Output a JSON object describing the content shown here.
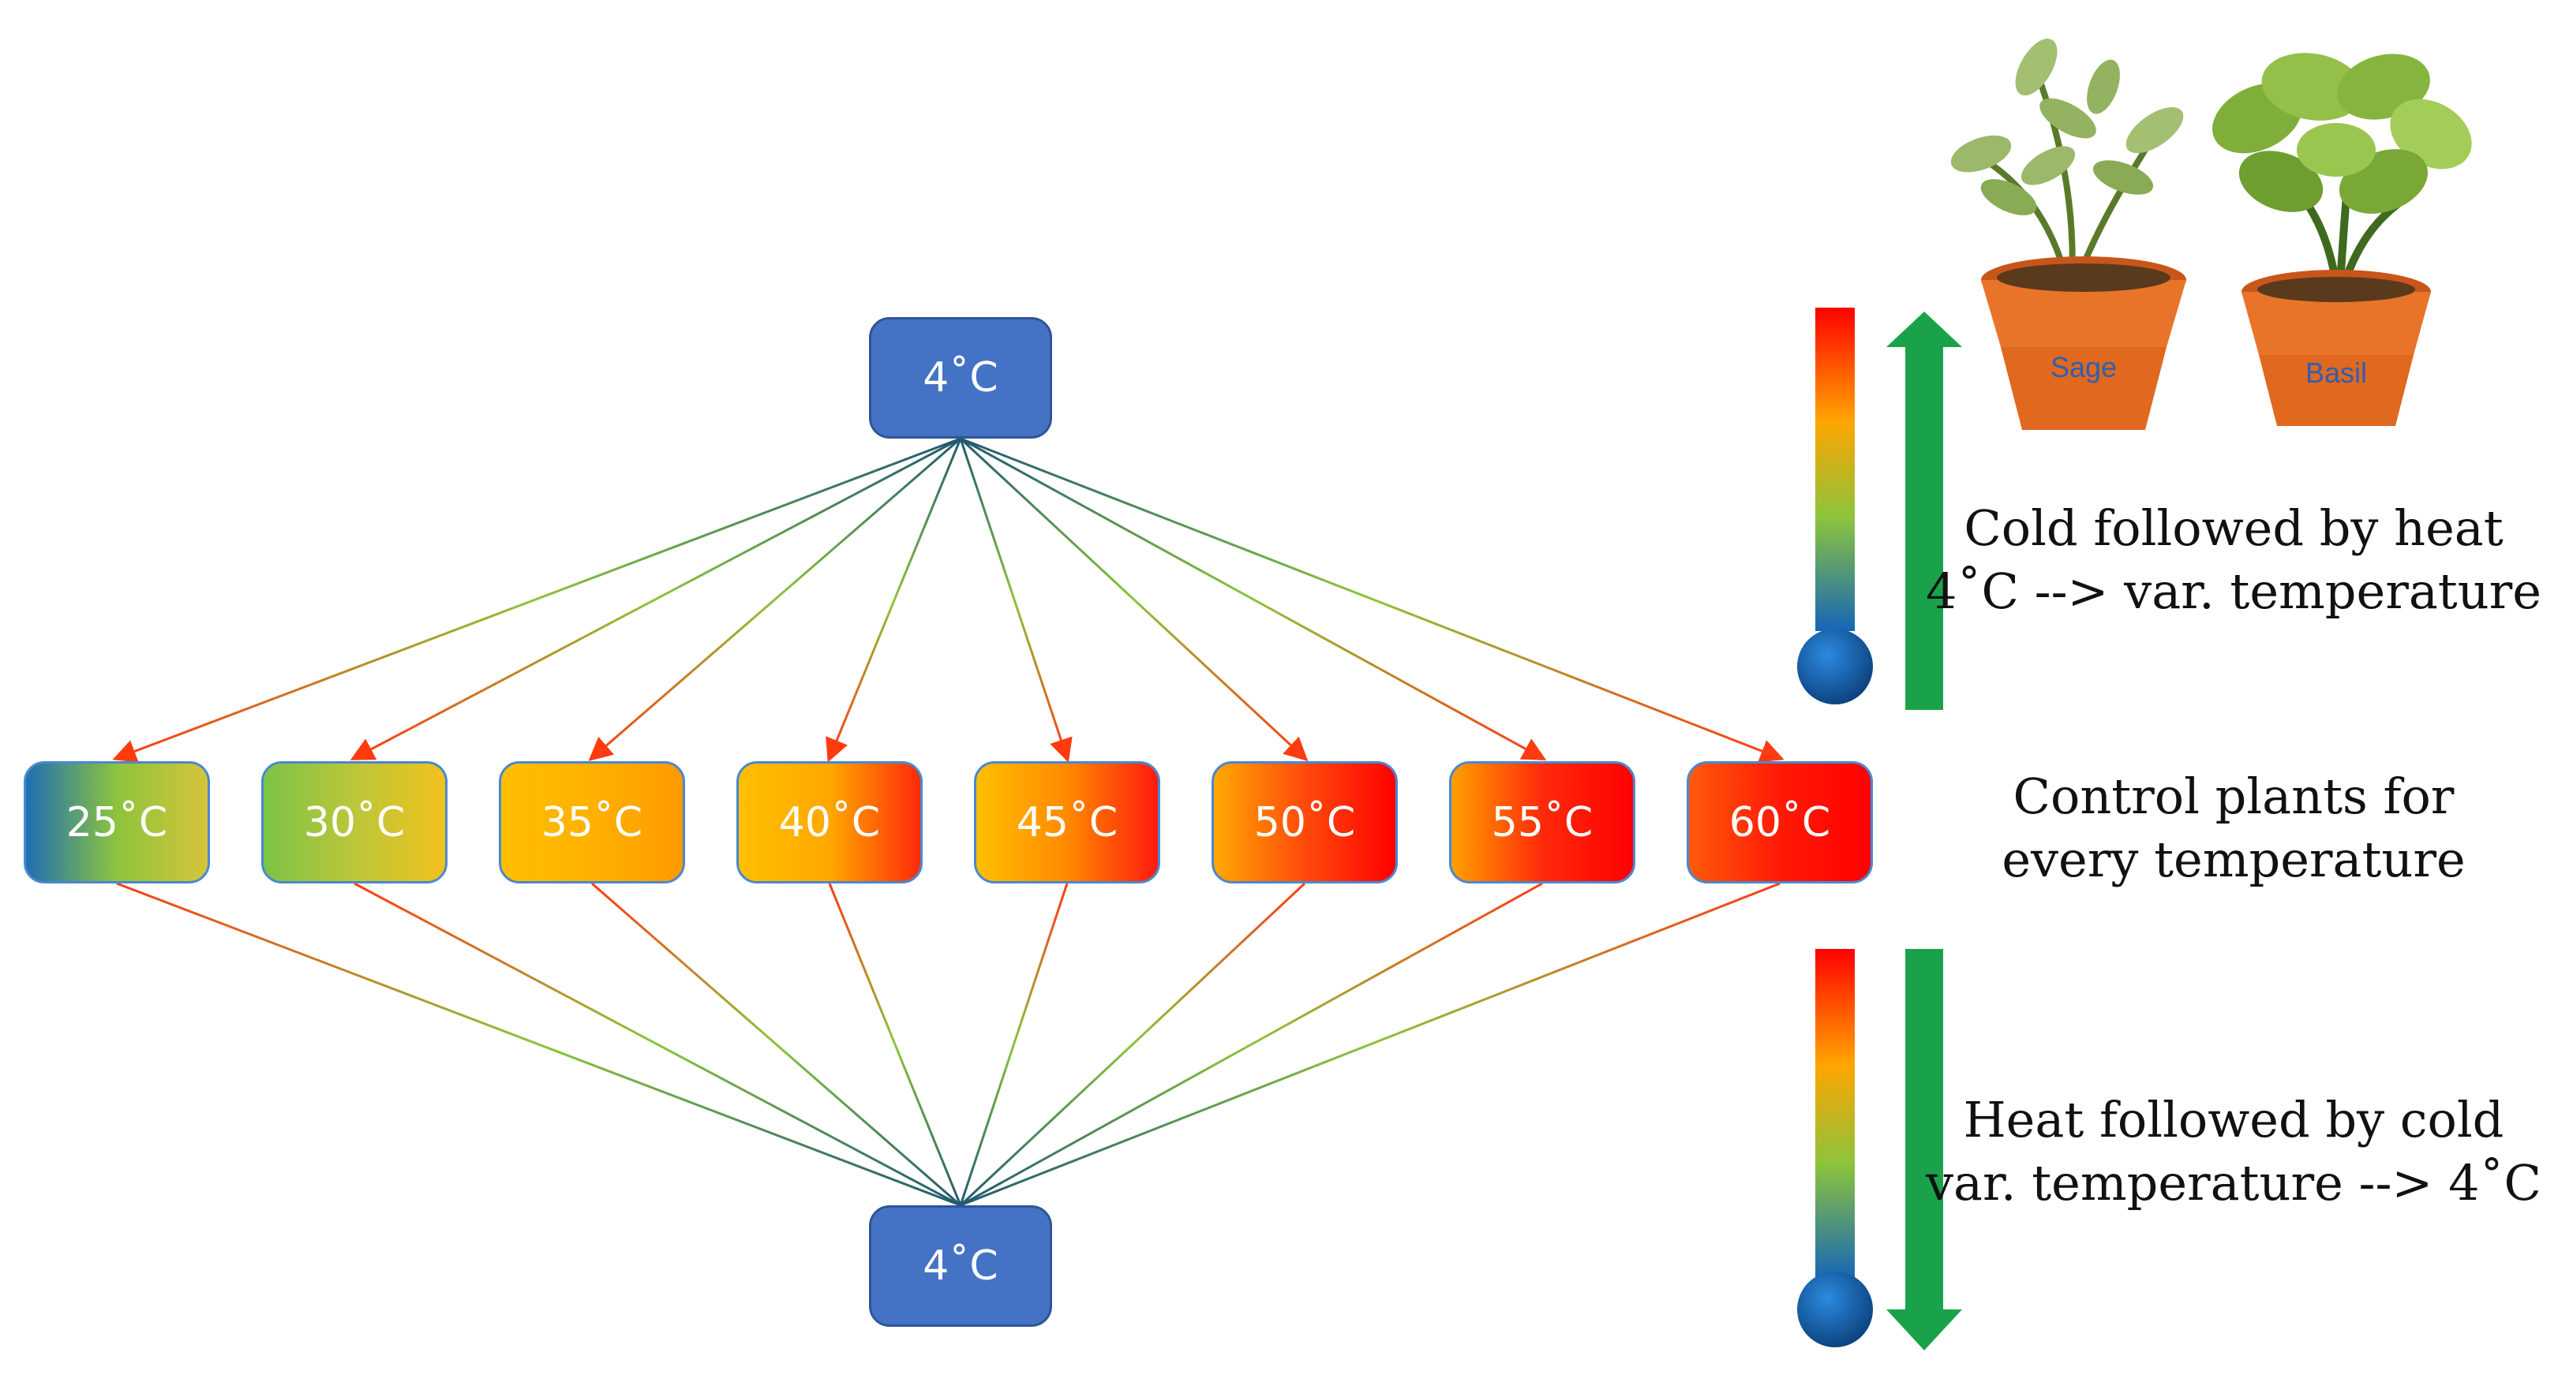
{
  "top_node": {
    "label": "4˚C",
    "color": "#4472c4"
  },
  "bottom_node": {
    "label": "4˚C",
    "color": "#4472c4"
  },
  "temperature_nodes": [
    {
      "label": "25˚C",
      "gradient": [
        "#1f6fb4",
        "#8cc43c",
        "#d6c43a"
      ]
    },
    {
      "label": "30˚C",
      "gradient": [
        "#7cc445",
        "#bcc63a",
        "#f0c21c"
      ]
    },
    {
      "label": "35˚C",
      "gradient": [
        "#ffbf00",
        "#ffb100",
        "#ff9a00"
      ]
    },
    {
      "label": "40˚C",
      "gradient": [
        "#ffbf00",
        "#ffa800",
        "#ff2a0a"
      ]
    },
    {
      "label": "45˚C",
      "gradient": [
        "#ffbf00",
        "#ff8a00",
        "#ff1a10"
      ]
    },
    {
      "label": "50˚C",
      "gradient": [
        "#ffa800",
        "#ff4a0c",
        "#ff0000"
      ]
    },
    {
      "label": "55˚C",
      "gradient": [
        "#ffa000",
        "#ff2a0a",
        "#ff0000"
      ]
    },
    {
      "label": "60˚C",
      "gradient": [
        "#ff5a0a",
        "#ff1a06",
        "#ff0000"
      ]
    }
  ],
  "captions": {
    "cold_heat": [
      "Cold followed by heat",
      "4˚C --> var. temperature"
    ],
    "control": [
      "Control plants for",
      "every temperature"
    ],
    "heat_cold": [
      "Heat followed by cold",
      "var. temperature --> 4˚C"
    ]
  },
  "plants": [
    {
      "label": "Sage"
    },
    {
      "label": "Basil"
    }
  ],
  "colors": {
    "line_cold": "#1f5a70",
    "line_mid": "#8cc43c",
    "line_hot": "#ff3b10",
    "arrow_green": "#1aa24a",
    "thermo_bulb": "#1565b8"
  }
}
